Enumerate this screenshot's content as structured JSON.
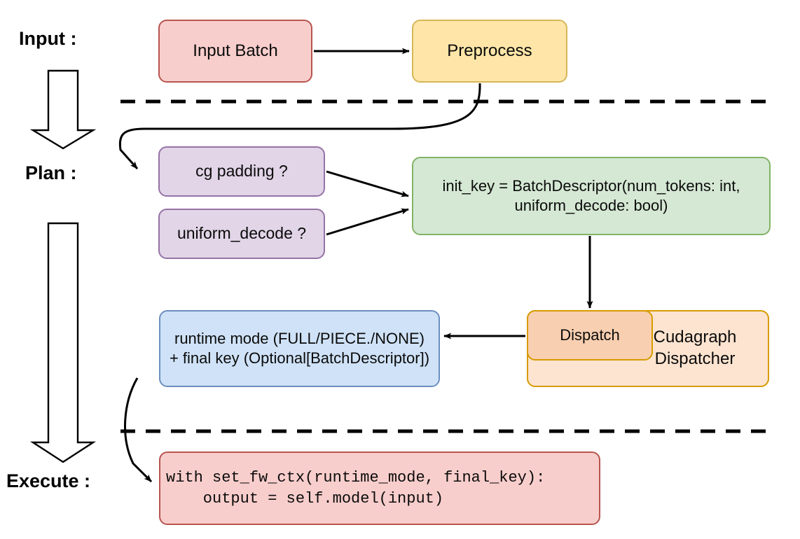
{
  "diagram": {
    "title": "Cudagraph dispatch pipeline",
    "stage_labels": [
      {
        "id": "input",
        "text": "Input :"
      },
      {
        "id": "plan",
        "text": "Plan :"
      },
      {
        "id": "execute",
        "text": "Execute :"
      }
    ],
    "nodes": {
      "input_batch": {
        "label": "Input Batch",
        "fill": "#f8cecc",
        "stroke": "#b85450"
      },
      "preprocess": {
        "label": "Preprocess",
        "fill": "#ffe6a8",
        "stroke": "#d6b656"
      },
      "cg_padding": {
        "label": "cg padding ?",
        "fill": "#e1d5e7",
        "stroke": "#9673a6"
      },
      "uniform_decode": {
        "label": "uniform_decode ?",
        "fill": "#e1d5e7",
        "stroke": "#9673a6"
      },
      "init_key": {
        "line1": "init_key = BatchDescriptor(num_tokens: int,",
        "line2": "uniform_decode: bool)",
        "fill": "#d5e8d4",
        "stroke": "#82b366"
      },
      "dispatch": {
        "label": "Dispatch",
        "fill": "#f8cfb0",
        "stroke": "#d79b00"
      },
      "cudagraph_dispatcher": {
        "line1": "Cudagraph",
        "line2": "Dispatcher",
        "fill": "#fde4d0",
        "stroke": "#d79b00"
      },
      "runtime_mode": {
        "line1": "runtime mode (FULL/PIECE./NONE)",
        "line2": "+ final key (Optional[BatchDescriptor])",
        "fill": "#cfe2f7",
        "stroke": "#6c8ebf"
      },
      "code_block": {
        "line1": "with set_fw_ctx(runtime_mode, final_key):",
        "line2": "    output = self.model(input)",
        "fill": "#f8cecc",
        "stroke": "#b85450"
      }
    },
    "edges": [
      {
        "from": "input_batch",
        "to": "preprocess",
        "style": "straight-arrow"
      },
      {
        "from": "preprocess",
        "to": "cg_padding",
        "style": "curved-arrow"
      },
      {
        "from": "cg_padding",
        "to": "init_key",
        "style": "straight-arrow"
      },
      {
        "from": "uniform_decode",
        "to": "init_key",
        "style": "straight-arrow"
      },
      {
        "from": "init_key",
        "to": "cudagraph_dispatcher",
        "style": "straight-arrow"
      },
      {
        "from": "dispatch",
        "to": "runtime_mode",
        "style": "straight-arrow"
      },
      {
        "from": "runtime_mode",
        "to": "code_block",
        "style": "curved-arrow"
      }
    ],
    "separators": [
      {
        "id": "input-plan-divider",
        "style": "dashed"
      },
      {
        "id": "plan-execute-divider",
        "style": "dashed"
      }
    ],
    "flow_arrows": [
      {
        "id": "input-to-plan-arrow",
        "direction": "down"
      },
      {
        "id": "plan-to-execute-arrow",
        "direction": "down"
      }
    ],
    "colors": {
      "stroke_black": "#000000",
      "background": "#ffffff"
    }
  }
}
